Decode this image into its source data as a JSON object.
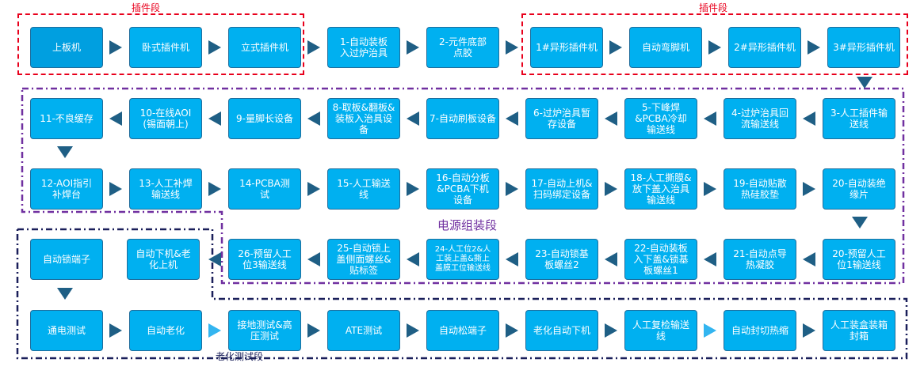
{
  "labels": {
    "plugin_left": "插件段",
    "plugin_right": "插件段",
    "power_assembly": "电源组装段",
    "aging_test": "老化测试段"
  },
  "colors": {
    "box_fill": "#00b0f0",
    "box_border": "#1f6d9c",
    "arrow_dark": "#1f5f85",
    "arrow_light": "#33b5f0",
    "plugin_border": "#e8001c",
    "assembly_border": "#7030a0",
    "aging_border": "#1a1f5a"
  },
  "rows": {
    "row1": [
      "上板机",
      "卧式插件机",
      "立式插件机",
      "1-自动装板\n入过炉治具",
      "2-元件底部\n点胶",
      "1#异形插件机",
      "自动弯脚机",
      "2#异形插件机",
      "3#异形插件机"
    ],
    "row2": [
      "11-不良缓存",
      "10-在线AOI\n(锡面朝上)",
      "9-量脚长设备",
      "8-取板&翻板&\n装板入治具设\n备",
      "7-自动刷板设备",
      "6-过炉治具暂\n存设备",
      "5-下峰焊\n&PCBA冷却\n输送线",
      "4-过炉治具回\n流输送线",
      "3-人工插件输\n送线"
    ],
    "row3": [
      "12-AOI指引\n补焊台",
      "13-人工补焊\n输送线",
      "14-PCBA测\n试",
      "15-人工输送\n线",
      "16-自动分板\n&PCBA下机\n设备",
      "17-自动上机&\n扫码绑定设备",
      "18-人工撕膜&\n放下盖入治具\n输送线",
      "19-自动贴散\n热硅胶垫",
      "20-自动装绝\n缘片"
    ],
    "row4": [
      "自动锁端子",
      "自动下机&老\n化上机",
      "26-预留人工\n位3输送线",
      "25-自动锁上\n盖侧面螺丝&\n贴标签",
      "24-人工位2&人\n工装上盖&撕上\n盖膜工位输送线",
      "23-自动锁基\n板螺丝2",
      "22-自动装板\n入下盖&锁基\n板螺丝1",
      "21-自动点导\n热凝胶",
      "20-预留人工\n位1输送线"
    ],
    "row5": [
      "通电测试",
      "自动老化",
      "接地测试&高\n压测试",
      "ATE测试",
      "自动松端子",
      "老化自动下机",
      "人工复检输送\n线",
      "自动封切热缩",
      "人工装盒装箱\n封箱"
    ]
  }
}
